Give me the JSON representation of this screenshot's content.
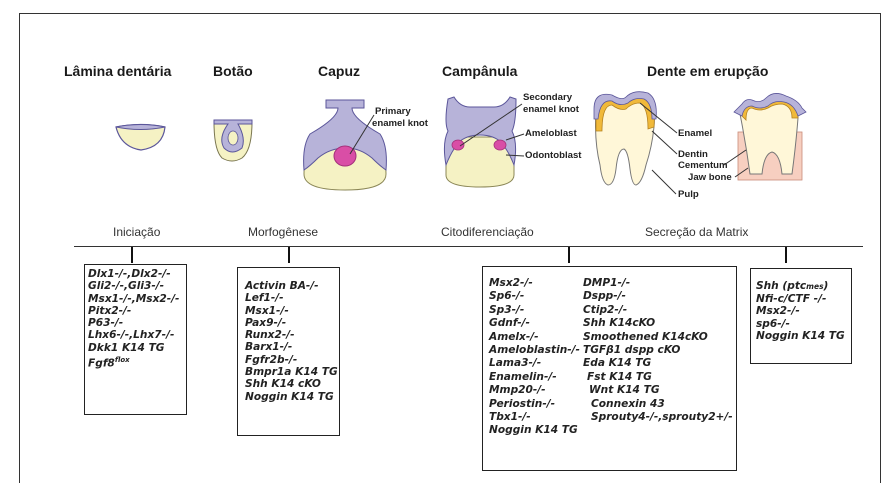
{
  "stages": [
    "Lâmina dentária",
    "Botão",
    "Capuz",
    "Campânula",
    "Dente em erupção"
  ],
  "phases": [
    "Iniciação",
    "Morfogênese",
    "Citodiferenciação",
    "Secreção da Matrix"
  ],
  "annotations": {
    "primary_enamel_knot": [
      "Primary",
      "enamel knot"
    ],
    "secondary_enamel_knot": [
      "Secondary",
      "enamel knot"
    ],
    "ameloblast": "Ameloblast",
    "odontoblast": "Odontoblast",
    "enamel": "Enamel",
    "dentin": "Dentin",
    "cementum": "Cementum",
    "jaw_bone": "Jaw bone",
    "pulp": "Pulp"
  },
  "gene_boxes": {
    "initiation": [
      "Dlx1-/-,Dlx2-/-",
      "Gli2-/-,Gli3-/-",
      "Msx1-/-,Msx2-/-",
      "Pitx2-/-",
      "P63-/-",
      "Lhx6-/-,Lhx7-/-",
      "Dkk1 K14 TG",
      "Fgf8",
      "flox"
    ],
    "morphogenesis": [
      "Activin ВA-/-",
      "Lef1-/-",
      "Msx1-/-",
      "Pax9-/-",
      "Runx2-/-",
      "Barx1-/-",
      "Fgfr2b-/-",
      "Bmpr1a K14 TG",
      "Shh K14 cKO",
      "Noggin K14 TG"
    ],
    "cytodiff_left": [
      "Msx2-/-",
      "Sp6-/-",
      "Sp3-/-",
      "Gdnf-/-",
      "Amelx-/-",
      "Ameloblastin-/-",
      "Lama3-/-",
      "Enamelin-/-",
      "Mmp20-/-",
      "Periostin-/-",
      "Tbx1-/-",
      "Noggin K14 TG"
    ],
    "cytodiff_right": [
      "DMP1-/-",
      "Dspp-/-",
      "Ctip2-/-",
      "Shh K14cKO",
      "Smoothened K14cKO",
      "TGFβ1 dspp cKO",
      "Eda K14 TG",
      "Fst K14 TG",
      "Wnt K14 TG",
      "Connexin 43",
      "Sprouty4-/-,sprouty2+/-"
    ],
    "secretion": [
      "Shh (ptc",
      "mes",
      ")",
      "Nfi-c/CTF -/-",
      "Msx2-/-",
      "sp6-/-",
      "Noggin K14 TG"
    ]
  },
  "colors": {
    "epithelium": "#b7b3d9",
    "epithelium_edge": "#5b569a",
    "mesenchyme": "#f5f2c4",
    "knot": "#d94ea6",
    "enamel": "#f0b93a",
    "pulp": "#fff7d8",
    "bone": "#f7cfc0"
  }
}
